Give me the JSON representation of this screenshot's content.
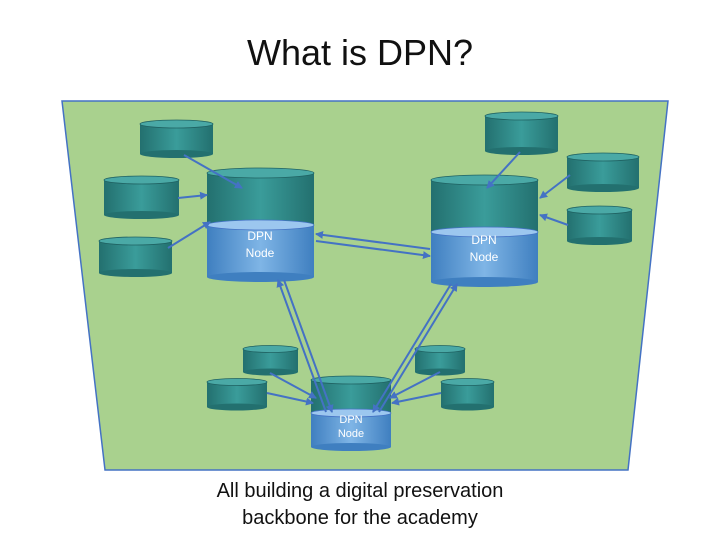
{
  "title": "What is DPN?",
  "caption": {
    "line1": "All building a digital preservation",
    "line2": "backbone for the academy"
  },
  "nodes": {
    "left": {
      "line1": "DPN",
      "line2": "Node"
    },
    "right": {
      "line1": "DPN",
      "line2": "Node"
    },
    "bottom": {
      "line1": "DPN",
      "line2": "Node"
    }
  },
  "colors": {
    "background_region": "#a9d18e",
    "region_border": "#4472c4",
    "repository_teal": "#2e8b8b",
    "dpn_node_blue": "#5b9bd5",
    "arrow": "#4472c4"
  }
}
